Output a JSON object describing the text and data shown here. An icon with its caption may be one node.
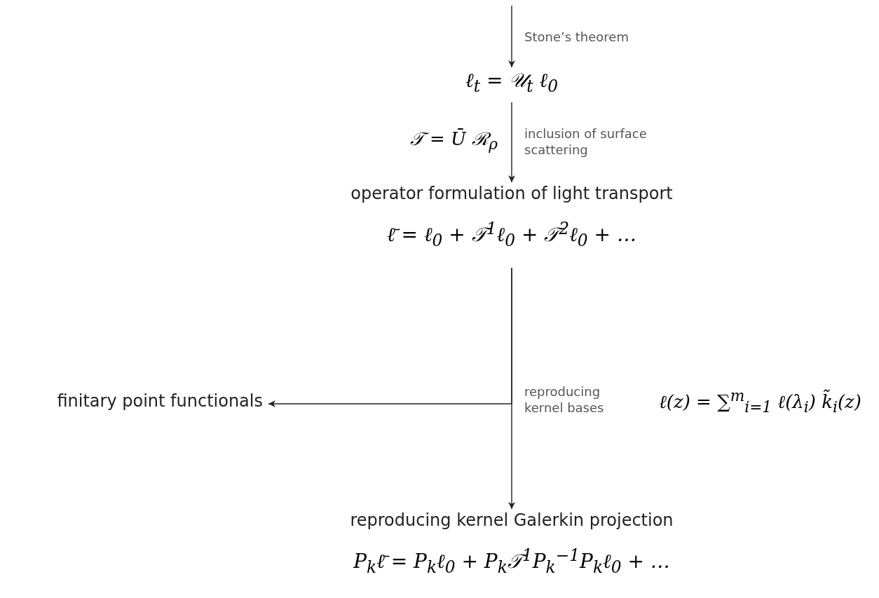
{
  "diagram": {
    "nodes": [
      {
        "text": [
          "ℓ$_{t}$ = 𝒰$_{t}$ ℓ$_{0}$"
        ]
      },
      {
        "text": [
          "operator formulation of light transport",
          "ℓ̄ = ℓ$_{0}$ + 𝒯$^{1}$ℓ$_{0}$ + 𝒯$^{2}$ℓ$_{0}$ + …"
        ]
      },
      {
        "text": [
          "finitary point functionals"
        ]
      },
      {
        "text": [
          "reproducing kernel Galerkin projection",
          "P$_{k}$ℓ̄ = P$_{k}$ℓ$_{0}$ + P$_{k}$𝒯$^{1}$P$_{k}$$^{−1}$P$_{k}$ℓ$_{0}$ + …"
        ]
      }
    ],
    "edges": [
      {
        "from": null,
        "to": 0,
        "arrow": "to",
        "label": "Stone’s theorem"
      },
      {
        "from": 0,
        "to": 1,
        "arrow": "to",
        "label": "inclusion of surface scattering"
      },
      {
        "from": 1,
        "to": 3,
        "arrow": "to",
        "label": "reproducing kernel bases"
      },
      {
        "from": 1,
        "to": 2,
        "arrow": "to"
      }
    ],
    "labels": [
      "𝒯 = Ū ℛ$_{ρ}$",
      "ℓ(z) = ∑$^{m}$$_{i=1}$ ℓ(λ$_{i}$) k̃$_{i}$(z)"
    ]
  }
}
